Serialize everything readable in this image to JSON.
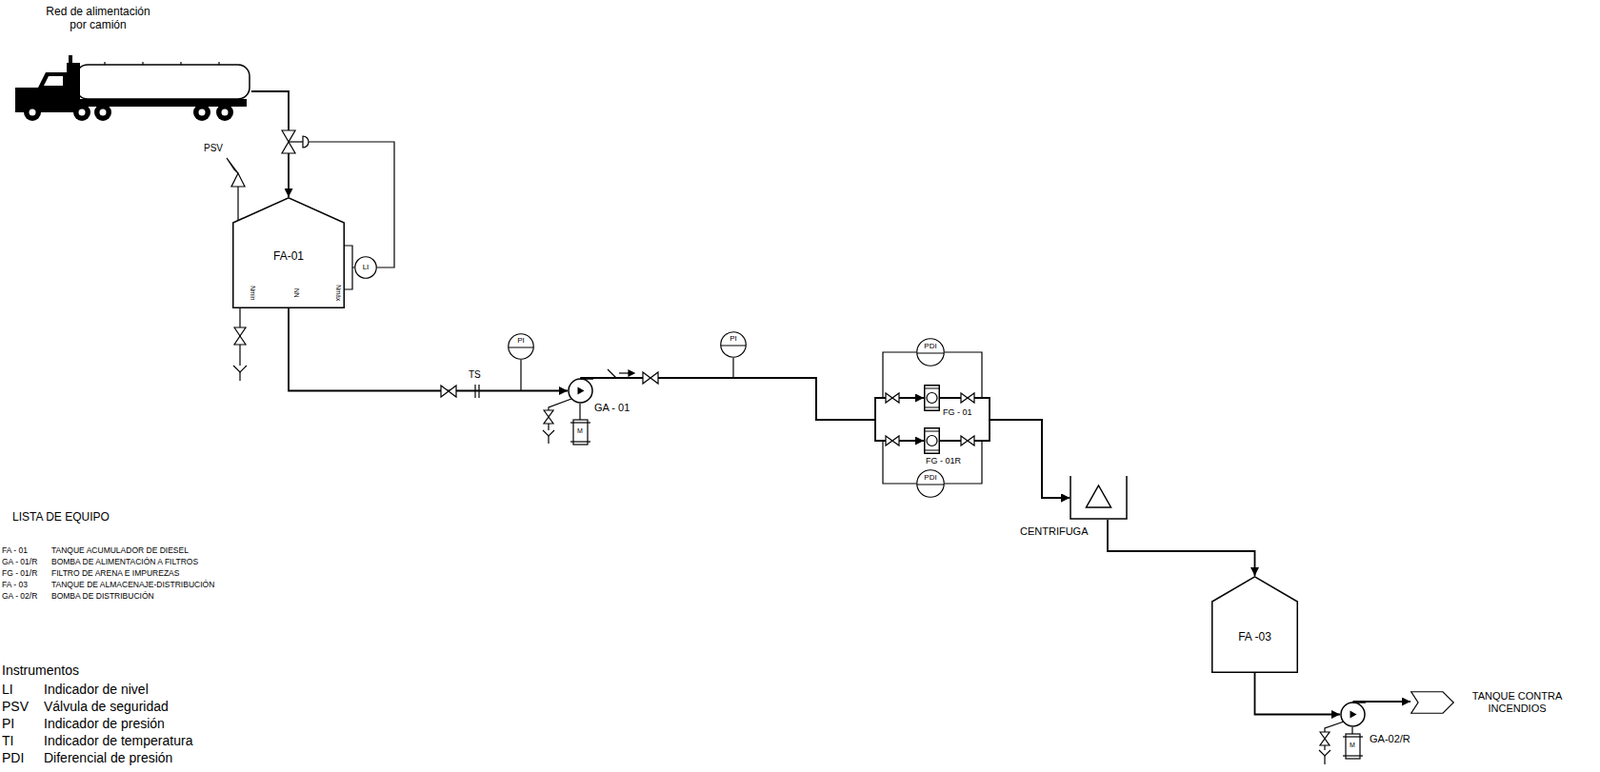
{
  "diagram": {
    "nodes": [
      {
        "text": [
          "Red de alimentación por camión"
        ]
      },
      {
        "text": [
          "FA-01",
          "Nmin",
          "NN",
          "Nmáx"
        ]
      },
      {
        "text": [
          "LI"
        ]
      },
      {
        "text": [
          "PI"
        ]
      },
      {
        "text": [
          "GA - 01"
        ]
      },
      {
        "text": [
          "PI"
        ]
      },
      {
        "text": [
          "PDI"
        ]
      },
      {
        "text": [
          "FG - 01"
        ]
      },
      {
        "text": [
          "FG - 01R"
        ]
      },
      {
        "text": [
          "PDI"
        ]
      },
      {
        "text": [
          "CENTRIFUGA"
        ]
      },
      {
        "text": [
          "FA -03"
        ]
      },
      {
        "text": [
          "GA-02/R"
        ]
      },
      {
        "text": [
          "TANQUE CONTRA INCENDIOS"
        ]
      }
    ],
    "edges": [
      {
        "from": 0,
        "to": 1,
        "arrow": "to"
      },
      {
        "from": 1,
        "to": 4,
        "arrow": "to"
      },
      {
        "from": 4,
        "to": 7,
        "arrow": "to"
      },
      {
        "from": 4,
        "to": 8,
        "arrow": "to"
      },
      {
        "from": 7,
        "to": 10,
        "arrow": "to"
      },
      {
        "from": 8,
        "to": 10,
        "arrow": "to"
      },
      {
        "from": 10,
        "to": 11,
        "arrow": "to"
      },
      {
        "from": 11,
        "to": 12,
        "arrow": "to"
      },
      {
        "from": 12,
        "to": 13,
        "arrow": "to"
      }
    ],
    "labels": [
      "PSV",
      "TS",
      "M",
      "M",
      "LISTA DE EQUIPO",
      "FA - 01",
      "TANQUE ACUMULADOR DE DIESEL",
      "GA - 01/R",
      "BOMBA DE ALIMENTACIÓN A FILTROS",
      "FG - 01/R",
      "FILTRO DE ARENA E IMPUREZAS",
      "FA - 03",
      "TANQUE DE ALMACENAJE-DISTRIBUCIÓN",
      "GA - 02/R",
      "BOMBA DE DISTRIBUCIÓN",
      "Instrumentos",
      "LI",
      "Indicador de nivel",
      "PSV",
      "Válvula de seguridad",
      "PI",
      "Indicador de presión",
      "TI",
      "Indicador de temperatura",
      "PDI",
      "Diferencial de presión"
    ]
  }
}
